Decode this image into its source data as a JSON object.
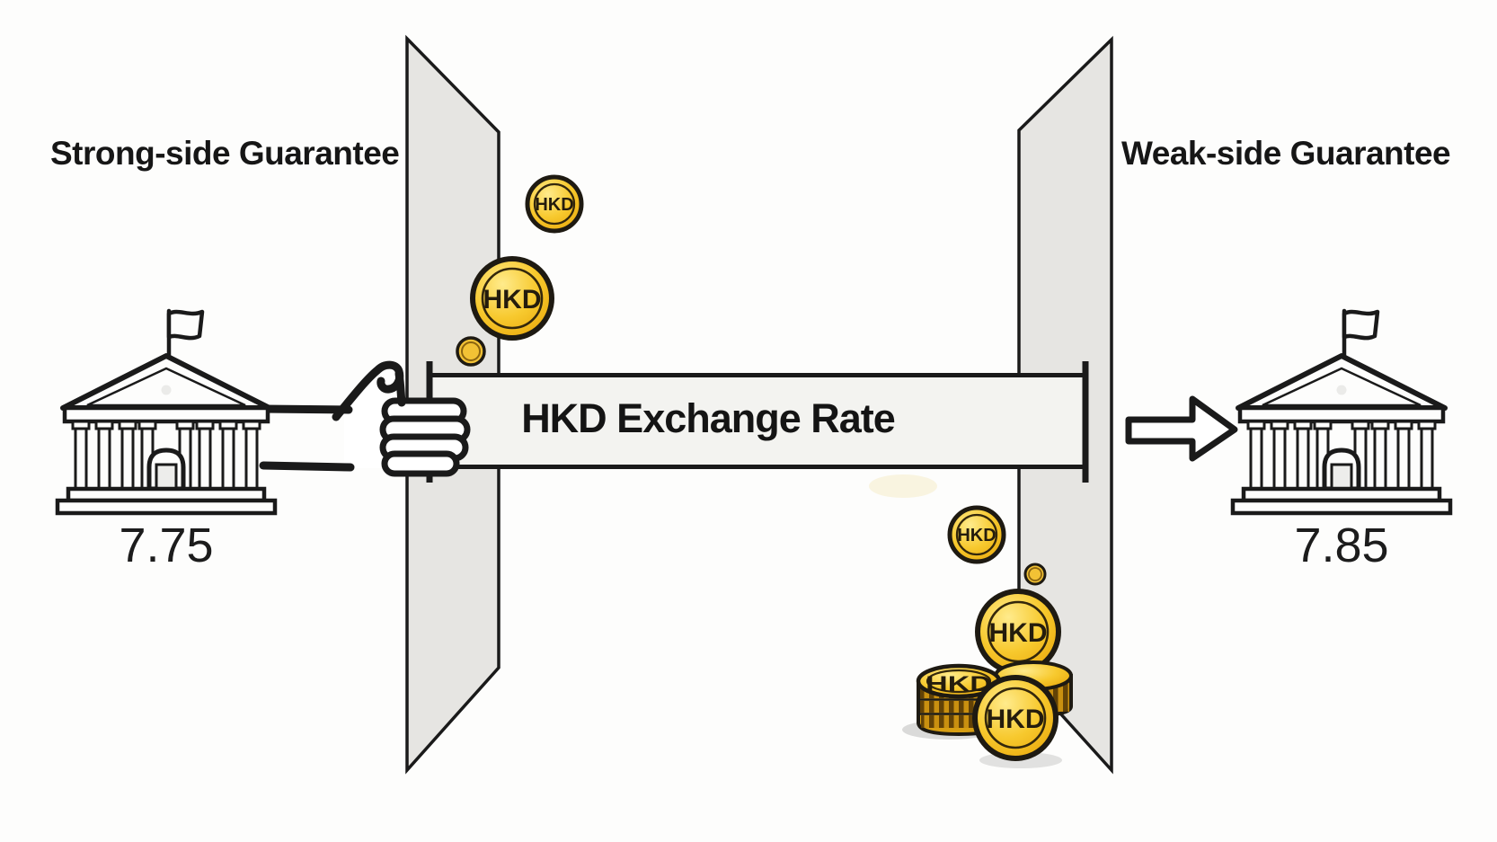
{
  "diagram": {
    "strong_side": {
      "label": "Strong-side Guarantee",
      "rate": "7.75"
    },
    "weak_side": {
      "label": "Weak-side Guarantee",
      "rate": "7.85"
    },
    "band": {
      "label": "HKD Exchange Rate"
    },
    "coin": {
      "label": "HKD"
    }
  },
  "colors": {
    "background": "#fdfdfc",
    "outline": "#1a1a1a",
    "wall-fill": "#e6e5e2",
    "bar-fill": "#f3f3f0",
    "coin-gold": "#f7c92e",
    "coin-gold-light": "#ffeb8c",
    "coin-gold-deep": "#eaa90c",
    "coin-edge-dark": "#6f4a08",
    "text": "#161616"
  }
}
